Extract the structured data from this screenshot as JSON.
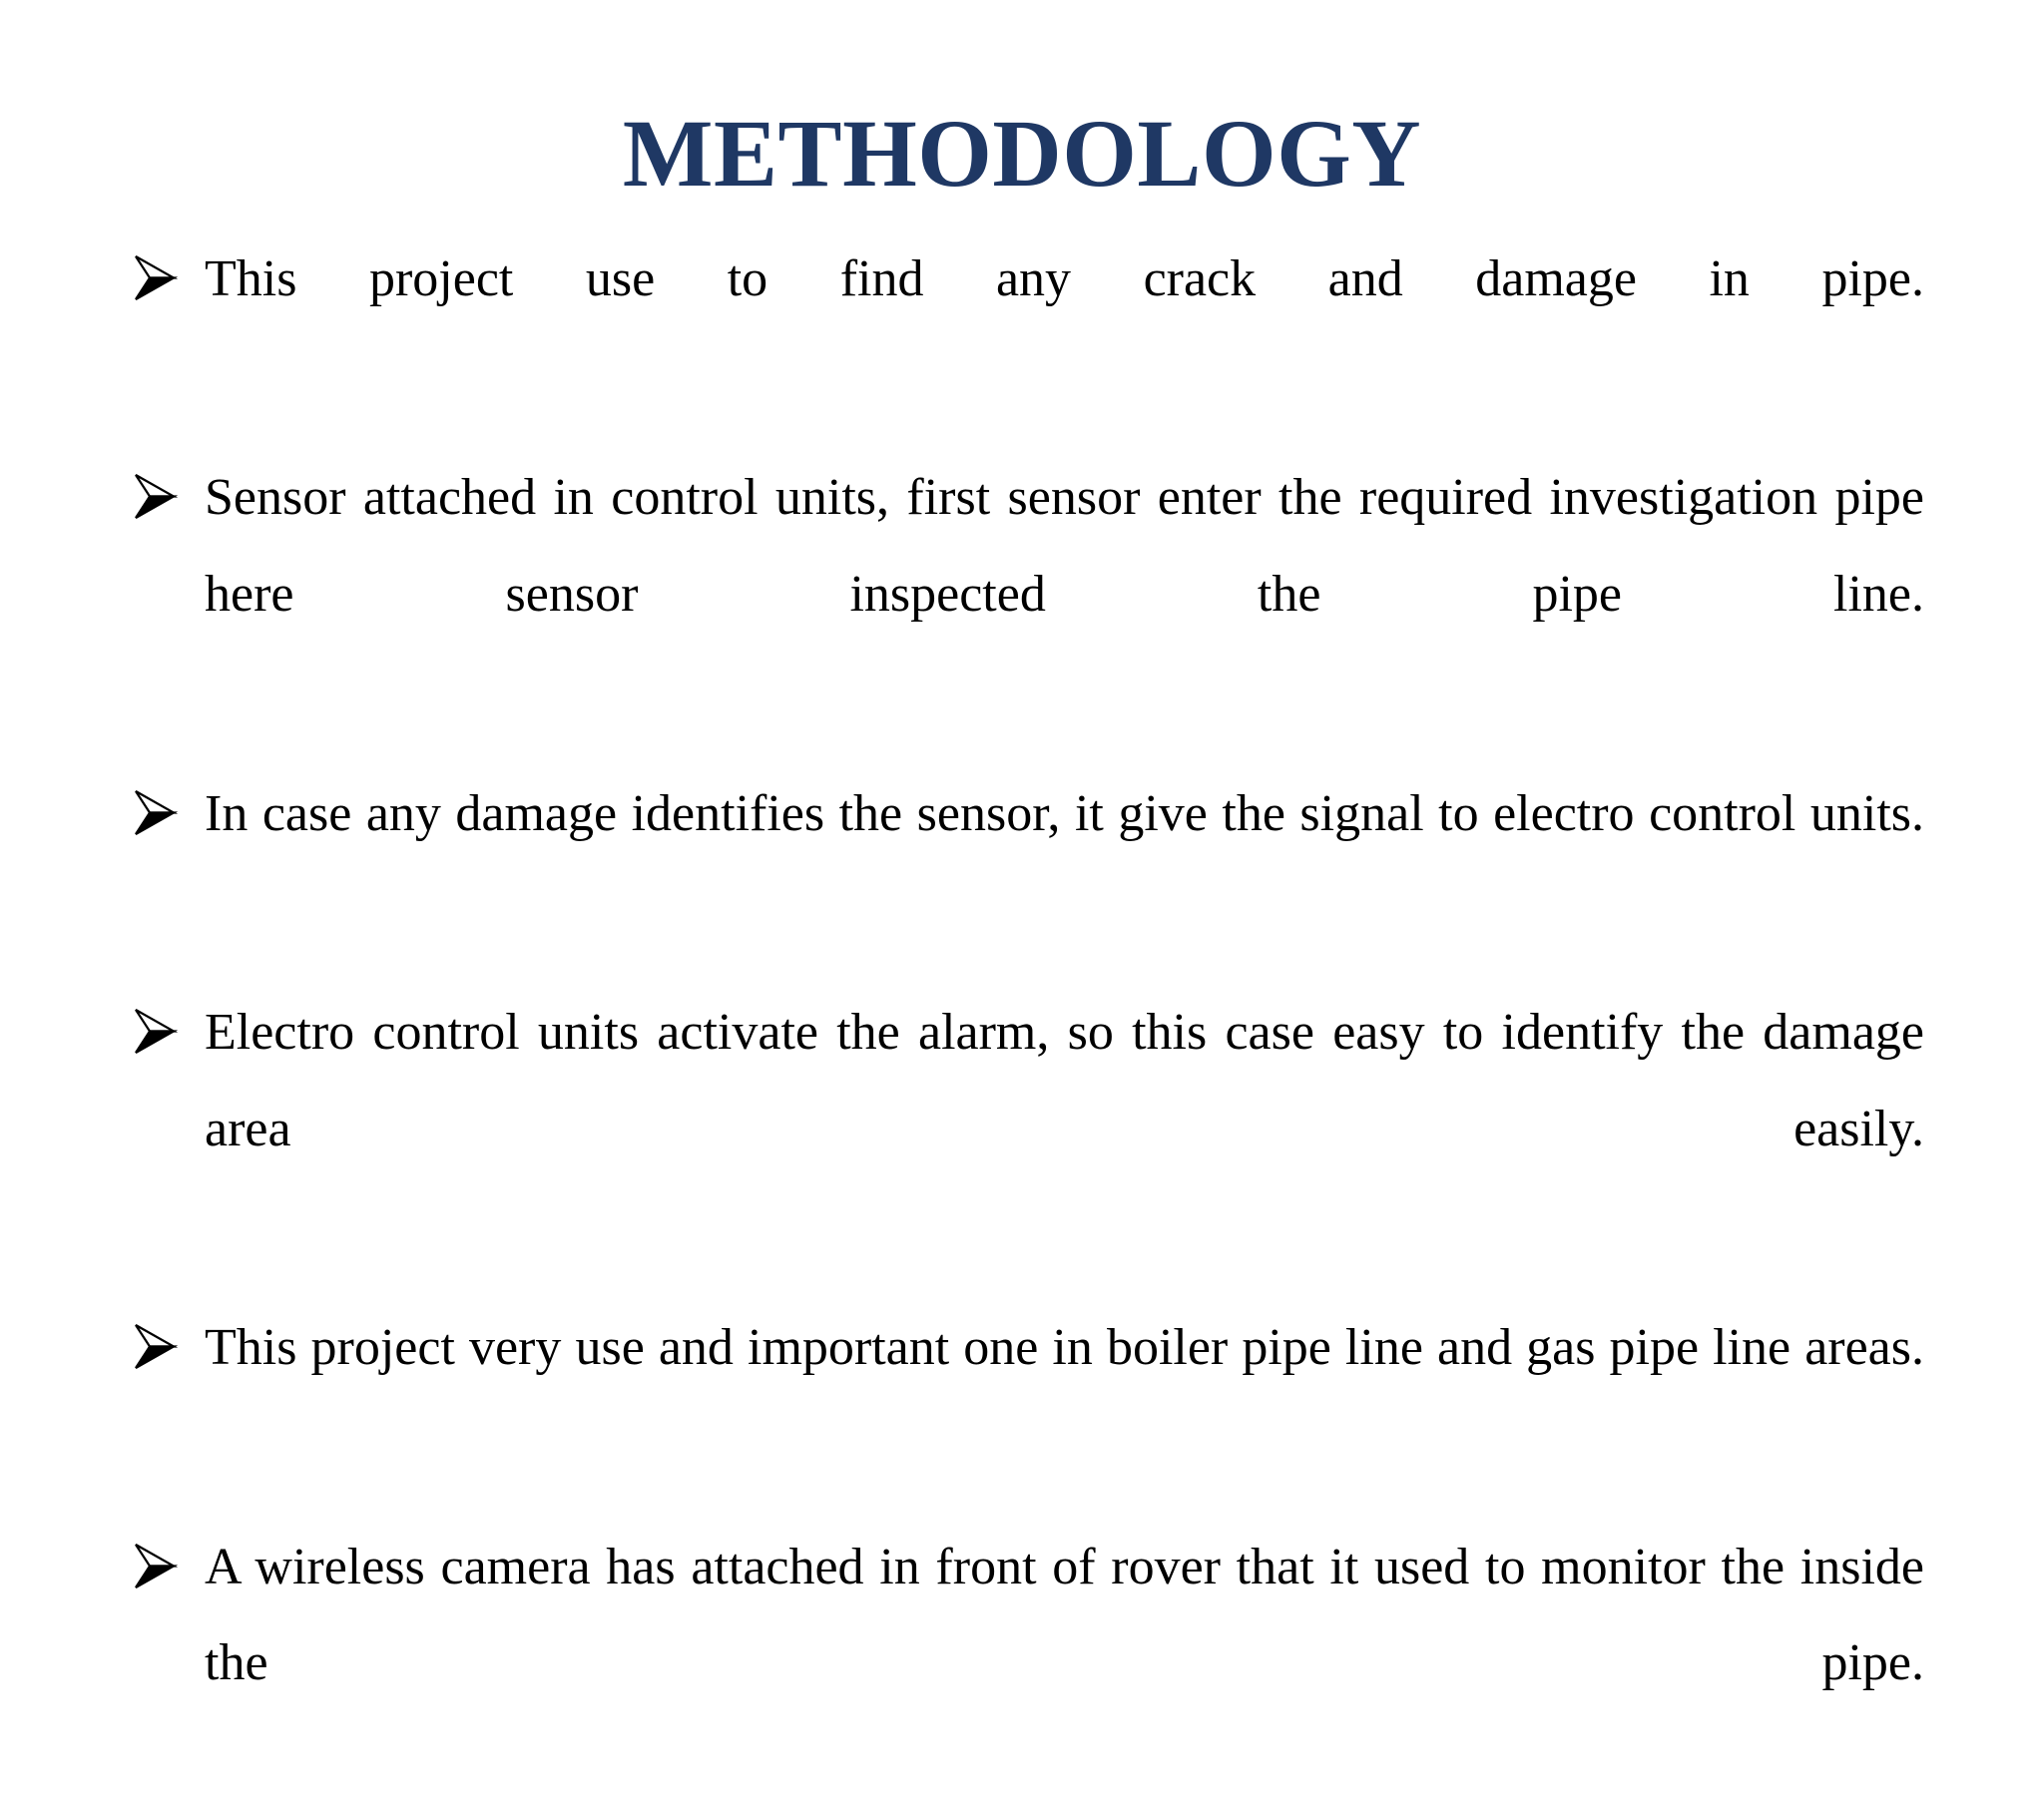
{
  "slide": {
    "title": "METHODOLOGY",
    "title_color": "#1f3864",
    "background_color": "#ffffff",
    "body_text_color": "#000000",
    "bullet_marker_glyph": "arrowhead-bullet",
    "bullets": [
      {
        "text": "This project use to find any crack and damage in pipe."
      },
      {
        "text": "Sensor attached in control units, first sensor enter the required investigation pipe here sensor inspected the pipe line."
      },
      {
        "text": "In case any damage identifies the sensor, it give the signal to electro control units."
      },
      {
        "text": "Electro control units activate the alarm, so this case easy to identify the damage area easily."
      },
      {
        "text": "This project very use and important one in boiler pipe line and gas pipe line areas."
      },
      {
        "text": "A wireless camera has attached in front of rover that it used to monitor the inside the pipe."
      }
    ]
  }
}
